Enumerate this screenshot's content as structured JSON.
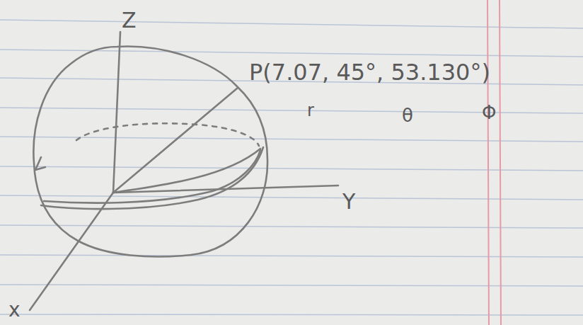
{
  "diagram": {
    "labels": [
      "Z",
      "P(7.07, 45°, 53.130°)",
      "r",
      "θ",
      "Φ",
      "Y",
      "x"
    ]
  }
}
